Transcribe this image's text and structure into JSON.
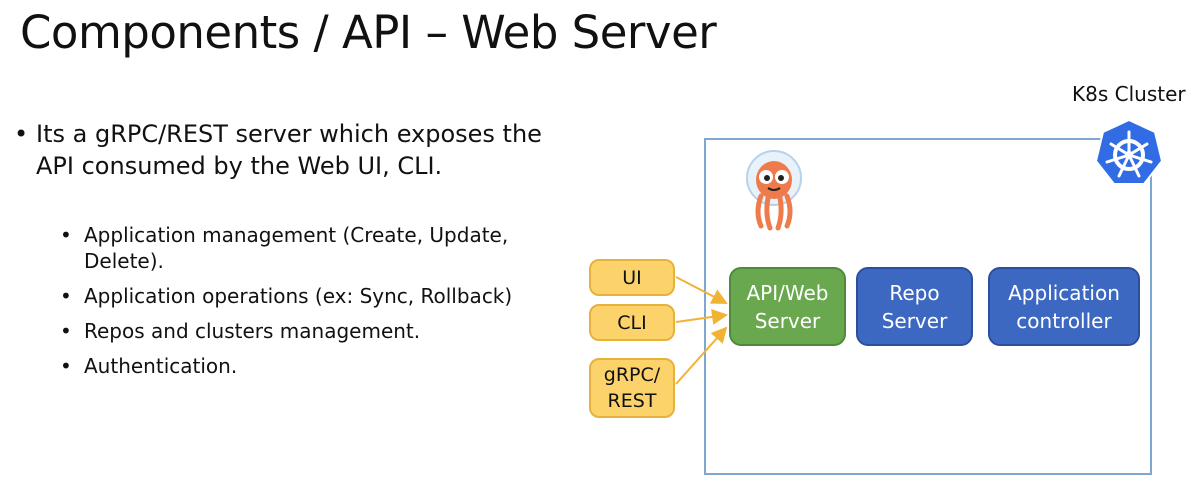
{
  "slide": {
    "title": "Components / API – Web Server"
  },
  "bullets": {
    "main": {
      "line1": "Its a gRPC/REST server which exposes the",
      "line2": "API consumed by the Web UI, CLI."
    },
    "sub": [
      {
        "line1": "Application management (Create, Update,",
        "line2": "Delete)."
      },
      {
        "line1": "Application operations  (ex: Sync, Rollback)"
      },
      {
        "line1": "Repos and clusters management."
      },
      {
        "line1": "Authentication."
      }
    ]
  },
  "diagram": {
    "cluster_label": "K8s Cluster",
    "clients": [
      {
        "line1": "UI"
      },
      {
        "line1": "CLI"
      },
      {
        "line1": "gRPC/",
        "line2": "REST"
      }
    ],
    "components": {
      "api": {
        "line1": "API/Web",
        "line2": "Server"
      },
      "repo": {
        "line1": "Repo",
        "line2": "Server"
      },
      "controller": {
        "line1": "Application",
        "line2": "controller"
      }
    },
    "colors": {
      "client_fill": "#fcd36b",
      "client_border": "#e6b23c",
      "api_fill": "#6aa84f",
      "component_fill": "#3d68c2",
      "cluster_border": "#7fa8d0",
      "k8s_blue": "#326ce5",
      "arrow": "#f2b233",
      "mascot": "#ef7b4d"
    },
    "icons": [
      "kubernetes-logo-icon",
      "argo-mascot-icon"
    ]
  }
}
